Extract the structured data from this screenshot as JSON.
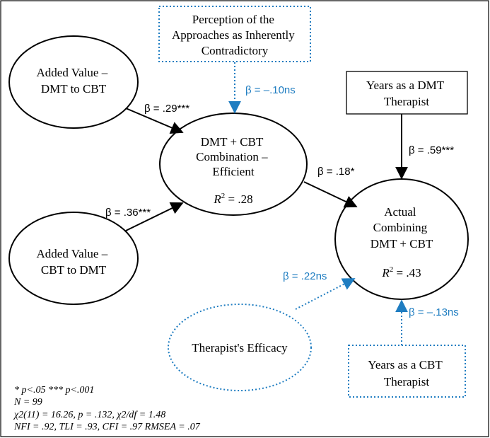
{
  "nodes": {
    "added_value_dmt_to_cbt": [
      "Added Value –",
      "DMT to CBT"
    ],
    "added_value_cbt_to_dmt": [
      "Added Value –",
      "CBT to DMT"
    ],
    "perception": [
      "Perception of the",
      "Approaches as Inherently",
      "Contradictory"
    ],
    "combination_efficient": [
      "DMT + CBT",
      "Combination –",
      "Efficient"
    ],
    "combination_r2_value": ".28",
    "years_dmt": [
      "Years as a DMT",
      "Therapist"
    ],
    "actual_combining": [
      "Actual",
      "Combining",
      "DMT + CBT"
    ],
    "actual_r2_value": ".43",
    "efficacy": "Therapist's Efficacy",
    "years_cbt": [
      "Years as a CBT",
      "Therapist"
    ]
  },
  "paths": {
    "dmt_to_cbt__combination": "β = .29***",
    "cbt_to_dmt__combination": "β = .36***",
    "perception__combination": "β = –.10ns",
    "combination__actual": "β = .18*",
    "years_dmt__actual": "β = .59***",
    "efficacy__actual": "β = .22ns",
    "years_cbt__actual": "β = –.13ns"
  },
  "stats": {
    "significance": "* p<.05 *** p<.001",
    "n": "N = 99",
    "chi_square": "χ2(11) = 16.26, p = .132,  χ2/df = 1.48",
    "fit": "NFI = .92,   TLI = .93,   CFI = .97 RMSEA = .07"
  },
  "colors": {
    "line": "#000000",
    "dotted_accent": "#1f7dc1"
  }
}
